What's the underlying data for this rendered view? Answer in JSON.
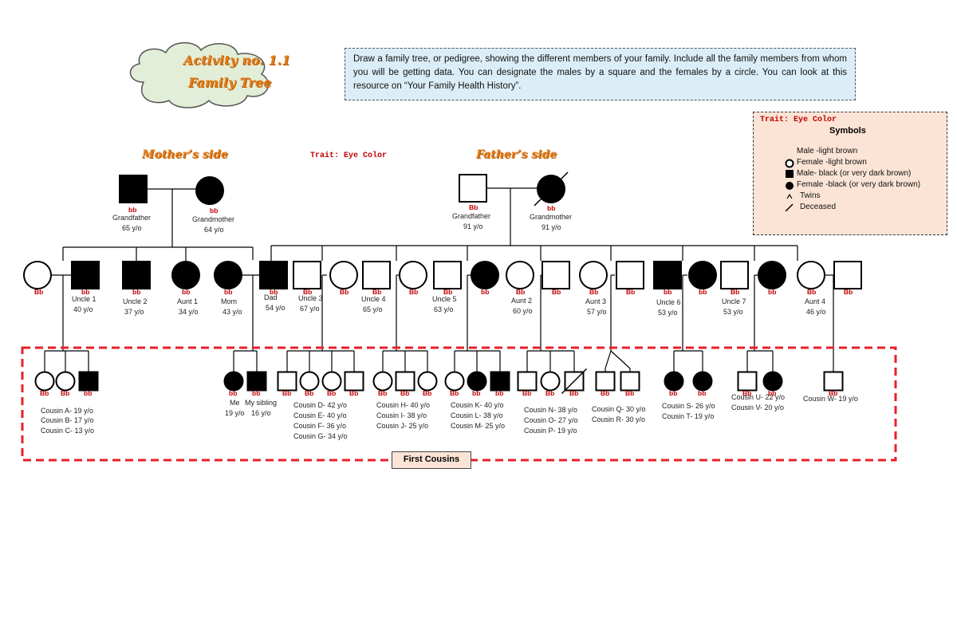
{
  "header": {
    "activity_title": "Activity no. 1.1",
    "activity_subtitle": "Family Tree",
    "instructions": "Draw a family tree, or pedigree, showing the different members of your family. Include all the family members from whom you will be getting data. You can designate the males by a square and the females by a circle. You can look at this resource on “Your Family Health History”."
  },
  "labels": {
    "trait": "Trait: Eye Color",
    "mothers_side": "Mother’s side",
    "fathers_side": "Father’s side",
    "first_cousins": "First Cousins"
  },
  "legend": {
    "trait": "Trait: Eye Color",
    "title": "Symbols",
    "items": [
      {
        "symbol": "male-light",
        "label": "Male -light brown"
      },
      {
        "symbol": "female-light",
        "label": "Female -light brown"
      },
      {
        "symbol": "male-dark",
        "label": "Male- black (or very dark brown)"
      },
      {
        "symbol": "female-dark",
        "label": "Female -black (or very dark brown)"
      },
      {
        "symbol": "twins",
        "label": "Twins"
      },
      {
        "symbol": "deceased",
        "label": "Deceased"
      }
    ]
  },
  "colors": {
    "genotype": "#c00000",
    "title": "#e07b1a",
    "cousin_box": "#e8202a"
  },
  "grandparents": [
    {
      "id": "mgf",
      "sex": "male",
      "dark": true,
      "genotype": "bb",
      "name": "Grandfather",
      "age": "65 y/o"
    },
    {
      "id": "mgm",
      "sex": "female",
      "dark": true,
      "genotype": "bb",
      "name": "Grandmother",
      "age": "64 y/o"
    },
    {
      "id": "pgf",
      "sex": "male",
      "dark": false,
      "genotype": "Bb",
      "name": "Grandfather",
      "age": "91 y/o"
    },
    {
      "id": "pgm",
      "sex": "female",
      "dark": true,
      "deceased": true,
      "genotype": "bb",
      "name": "Grandmother",
      "age": "91 y/o"
    }
  ],
  "parents_gen": [
    {
      "sex": "female",
      "dark": false,
      "genotype": "Bb",
      "name": "",
      "age": ""
    },
    {
      "sex": "male",
      "dark": true,
      "genotype": "bb",
      "name": "Uncle 1",
      "age": "40 y/o"
    },
    {
      "sex": "male",
      "dark": true,
      "genotype": "bb",
      "name": "Uncle 2",
      "age": "37 y/o"
    },
    {
      "sex": "female",
      "dark": true,
      "genotype": "bb",
      "name": "Aunt 1",
      "age": "34 y/o"
    },
    {
      "sex": "female",
      "dark": true,
      "genotype": "bb",
      "name": "Mom",
      "age": "43 y/o"
    },
    {
      "sex": "male",
      "dark": true,
      "genotype": "bb",
      "name": "Dad",
      "age": "54 y/o"
    },
    {
      "sex": "male",
      "dark": false,
      "genotype": "Bb",
      "name": "Uncle 3",
      "age": "67 y/o"
    },
    {
      "sex": "female",
      "dark": false,
      "genotype": "Bb",
      "name": "",
      "age": ""
    },
    {
      "sex": "male",
      "dark": false,
      "genotype": "Bb",
      "name": "Uncle 4",
      "age": "65 y/o"
    },
    {
      "sex": "female",
      "dark": false,
      "genotype": "Bb",
      "name": "",
      "age": ""
    },
    {
      "sex": "male",
      "dark": false,
      "genotype": "Bb",
      "name": "Uncle 5",
      "age": "63 y/o"
    },
    {
      "sex": "female",
      "dark": true,
      "genotype": "bb",
      "name": "",
      "age": ""
    },
    {
      "sex": "female",
      "dark": false,
      "genotype": "Bb",
      "name": "Aunt 2",
      "age": "60 y/o"
    },
    {
      "sex": "male",
      "dark": false,
      "genotype": "Bb",
      "name": "",
      "age": ""
    },
    {
      "sex": "female",
      "dark": false,
      "genotype": "Bb",
      "name": "Aunt 3",
      "age": "57 y/o"
    },
    {
      "sex": "male",
      "dark": false,
      "genotype": "Bb",
      "name": "",
      "age": ""
    },
    {
      "sex": "male",
      "dark": true,
      "genotype": "bb",
      "name": "Uncle 6",
      "age": "53 y/o"
    },
    {
      "sex": "female",
      "dark": true,
      "genotype": "bb",
      "name": "",
      "age": ""
    },
    {
      "sex": "male",
      "dark": false,
      "genotype": "Bb",
      "name": "Uncle 7",
      "age": "53 y/o"
    },
    {
      "sex": "female",
      "dark": true,
      "genotype": "bb",
      "name": "",
      "age": ""
    },
    {
      "sex": "female",
      "dark": false,
      "genotype": "Bb",
      "name": "Aunt 4",
      "age": "46 y/o"
    },
    {
      "sex": "male",
      "dark": false,
      "genotype": "Bb",
      "name": "",
      "age": ""
    }
  ],
  "cousins": [
    {
      "sex": "female",
      "dark": false,
      "genotype": "Bb"
    },
    {
      "sex": "female",
      "dark": false,
      "genotype": "Bb"
    },
    {
      "sex": "male",
      "dark": true,
      "genotype": "bb"
    },
    {
      "sex": "female",
      "dark": true,
      "genotype": "bb"
    },
    {
      "sex": "male",
      "dark": true,
      "genotype": "bb"
    },
    {
      "sex": "male",
      "dark": false,
      "genotype": "Bb"
    },
    {
      "sex": "female",
      "dark": false,
      "genotype": "Bb"
    },
    {
      "sex": "female",
      "dark": false,
      "genotype": "Bb"
    },
    {
      "sex": "male",
      "dark": false,
      "genotype": "Bb"
    },
    {
      "sex": "female",
      "dark": false,
      "genotype": "Bb"
    },
    {
      "sex": "male",
      "dark": false,
      "genotype": "Bb"
    },
    {
      "sex": "female",
      "dark": false,
      "genotype": "Bb"
    },
    {
      "sex": "female",
      "dark": false,
      "genotype": "Bb"
    },
    {
      "sex": "female",
      "dark": true,
      "genotype": "bb"
    },
    {
      "sex": "male",
      "dark": true,
      "genotype": "bb"
    },
    {
      "sex": "male",
      "dark": false,
      "genotype": "Bb"
    },
    {
      "sex": "female",
      "dark": false,
      "genotype": "Bb"
    },
    {
      "sex": "male",
      "dark": false,
      "deceased": true,
      "genotype": "Bb"
    },
    {
      "sex": "male",
      "dark": false,
      "genotype": "Bb"
    },
    {
      "sex": "male",
      "dark": false,
      "genotype": "Bb"
    },
    {
      "sex": "female",
      "dark": true,
      "genotype": "bb"
    },
    {
      "sex": "female",
      "dark": true,
      "genotype": "bb"
    },
    {
      "sex": "male",
      "dark": false,
      "genotype": "Bb"
    },
    {
      "sex": "female",
      "dark": true,
      "genotype": "bb"
    },
    {
      "sex": "male",
      "dark": false,
      "genotype": "Bb"
    }
  ],
  "cousin_labels": {
    "group_a": [
      "Cousin A- 19 y/o",
      "Cousin B- 17 y/o",
      "Cousin C- 13 y/o"
    ],
    "me": "Me",
    "me_age": "19 y/o",
    "sibling": "My sibling",
    "sibling_age": "16 y/o",
    "group_d": [
      "Cousin D- 42 y/o",
      "Cousin E- 40 y/o",
      "Cousin F- 36 y/o",
      "Cousin G- 34 y/o"
    ],
    "group_h": [
      "Cousin H- 40 y/o",
      "Cousin I- 38 y/o",
      "Cousin J- 25 y/o"
    ],
    "group_k": [
      "Cousin K- 40 y/o",
      "Cousin L- 38 y/o",
      "Cousin M- 25 y/o"
    ],
    "group_n": [
      "Cousin N- 38 y/o",
      "Cousin O- 27 y/o",
      "Cousin P- 19 y/o"
    ],
    "group_q": [
      "Cousin Q- 30 y/o",
      "Cousin R- 30 y/o"
    ],
    "group_s": [
      "Cousin S- 26 y/o",
      "Cousin T- 19 y/o"
    ],
    "group_u": [
      "Cousin U- 22 y/o",
      "Cousin V- 20 y/o"
    ],
    "group_w": [
      "Cousin W- 19 y/o"
    ]
  }
}
